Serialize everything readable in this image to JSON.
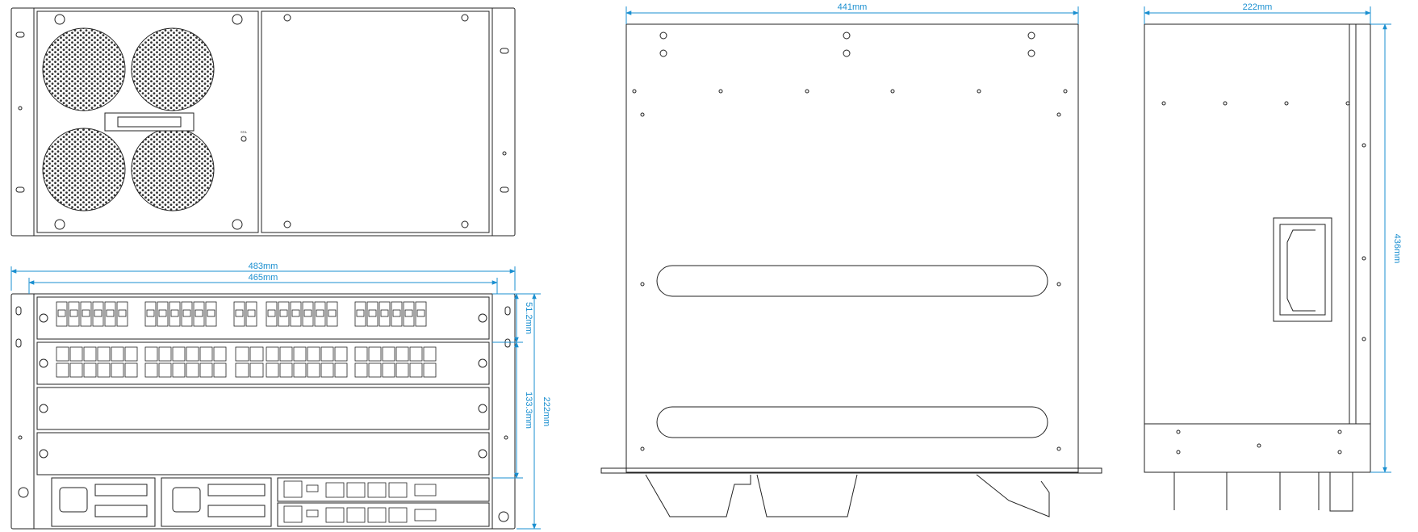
{
  "figure": {
    "views": [
      "front-fan-view",
      "front-port-view",
      "top-view",
      "side-view"
    ]
  },
  "dimensions": {
    "overall_width": "483mm",
    "mount_width": "465mm",
    "slot_height": "51.2mm",
    "card_area_height": "133.3mm",
    "front_height": "222mm",
    "top_width": "441mm",
    "side_height": "222mm",
    "side_depth": "436mm"
  },
  "labels": {
    "fan_indicator": "STA"
  },
  "colors": {
    "dimension_line": "#1a8fd0",
    "outline": "#222222",
    "background": "#ffffff"
  }
}
